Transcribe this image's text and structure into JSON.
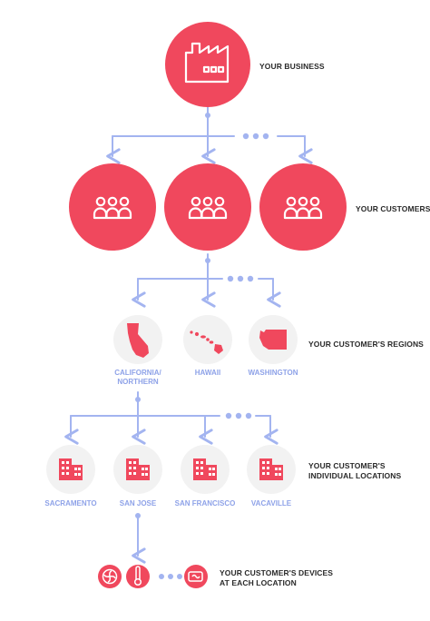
{
  "colors": {
    "primary": "#f0485d",
    "soft_circle": "#f2f2f2",
    "soft_icon": "#f0485d",
    "connector": "#a3b4f0",
    "label_dark": "#2a2a2a",
    "label_blue": "#8ea2e8"
  },
  "tiers": {
    "business": {
      "label": "YOUR BUSINESS",
      "icon": "factory-icon"
    },
    "customers": {
      "label": "YOUR CUSTOMERS",
      "icon": "people-group-icon",
      "count_shown": 3
    },
    "regions": {
      "label": "YOUR CUSTOMER'S REGIONS",
      "items": [
        {
          "name_line1": "CALIFORNIA/",
          "name_line2": "NORTHERN",
          "icon": "california-map-icon"
        },
        {
          "name_line1": "HAWAII",
          "name_line2": "",
          "icon": "hawaii-map-icon"
        },
        {
          "name_line1": "WASHINGTON",
          "name_line2": "",
          "icon": "washington-map-icon"
        }
      ]
    },
    "locations": {
      "label_line1": "YOUR CUSTOMER'S",
      "label_line2": "INDIVIDUAL LOCATIONS",
      "items": [
        {
          "name": "SACRAMENTO",
          "icon": "building-icon"
        },
        {
          "name": "SAN JOSE",
          "icon": "building-icon"
        },
        {
          "name": "SAN FRANCISCO",
          "icon": "building-icon"
        },
        {
          "name": "VACAVILLE",
          "icon": "building-icon"
        }
      ]
    },
    "devices": {
      "label_line1": "YOUR CUSTOMER'S DEVICES",
      "label_line2": "AT EACH LOCATION",
      "items": [
        {
          "icon": "fan-icon"
        },
        {
          "icon": "thermometer-icon"
        },
        {
          "icon": "water-heater-icon"
        }
      ]
    }
  }
}
